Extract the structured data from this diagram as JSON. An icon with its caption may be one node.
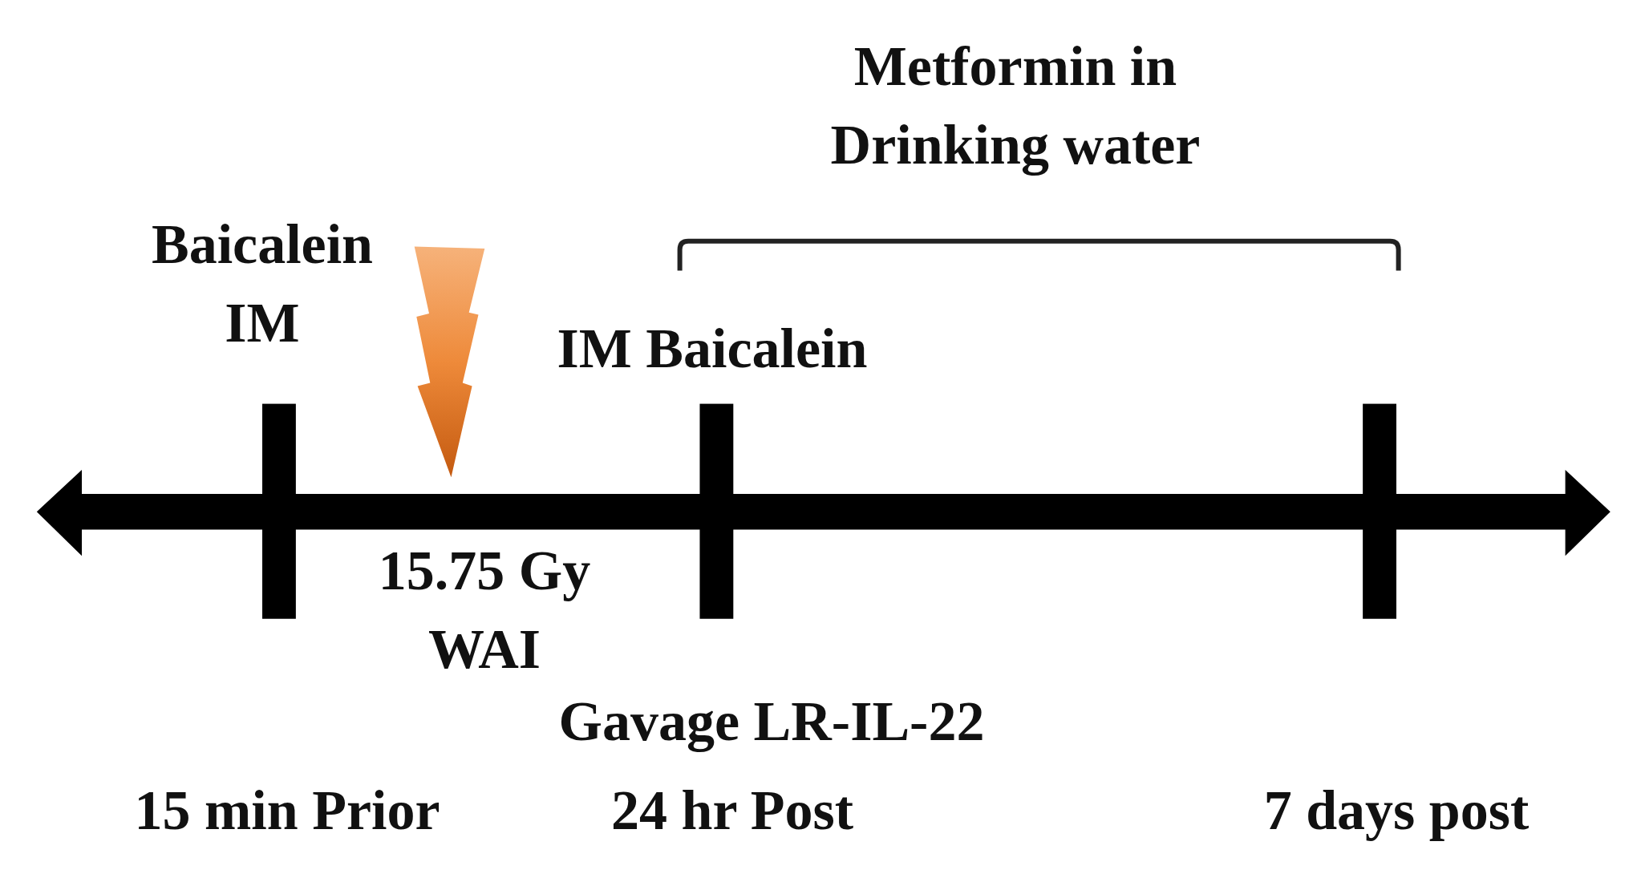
{
  "diagram": {
    "labels": [
      "Metformin in Drinking water",
      "Baicalein IM",
      "IM Baicalein",
      "15.75 Gy WAI",
      "Gavage LR-IL-22",
      "15 min Prior",
      "24 hr Post",
      "7 days post"
    ]
  }
}
